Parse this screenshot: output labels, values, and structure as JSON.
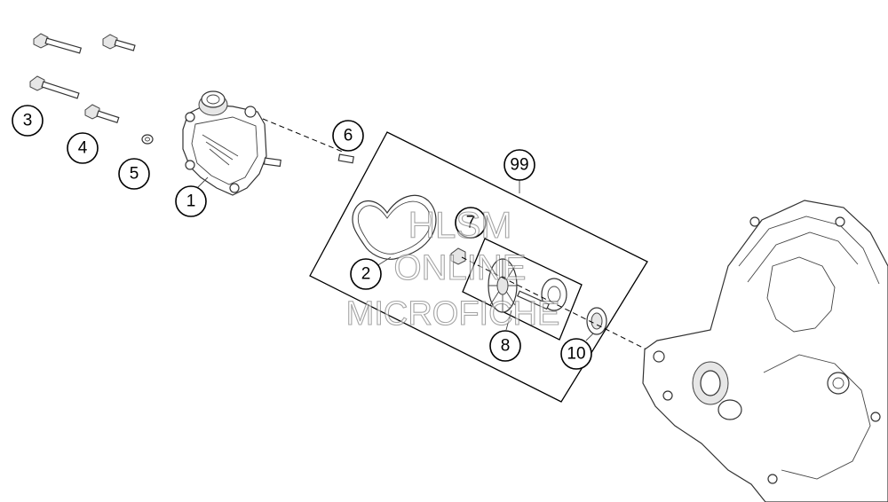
{
  "callouts": [
    {
      "id": "1",
      "label": "1"
    },
    {
      "id": "2",
      "label": "2"
    },
    {
      "id": "3",
      "label": "3"
    },
    {
      "id": "4",
      "label": "4"
    },
    {
      "id": "5",
      "label": "5"
    },
    {
      "id": "6",
      "label": "6"
    },
    {
      "id": "7",
      "label": "7"
    },
    {
      "id": "8",
      "label": "8"
    },
    {
      "id": "10",
      "label": "10"
    },
    {
      "id": "99",
      "label": "99"
    }
  ],
  "watermark": {
    "line1": "HLSM",
    "line2": "ONLINE",
    "line3": "MICROFICHE"
  }
}
